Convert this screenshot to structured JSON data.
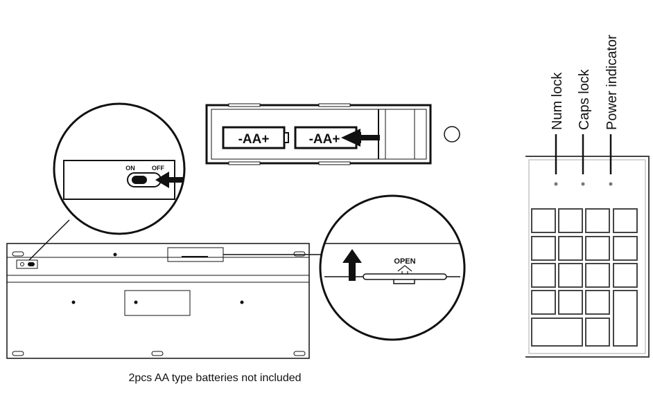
{
  "battery_labels": [
    "-AA+",
    "-AA+"
  ],
  "switch": {
    "on_label": "ON",
    "off_label": "OFF"
  },
  "cover": {
    "open_label": "OPEN"
  },
  "indicators": [
    "Num lock",
    "Caps lock",
    "Power indicator"
  ],
  "caption": "2pcs AA type batteries not included",
  "colors": {
    "ink": "#111111",
    "key_stroke": "#444444",
    "background": "#ffffff"
  }
}
